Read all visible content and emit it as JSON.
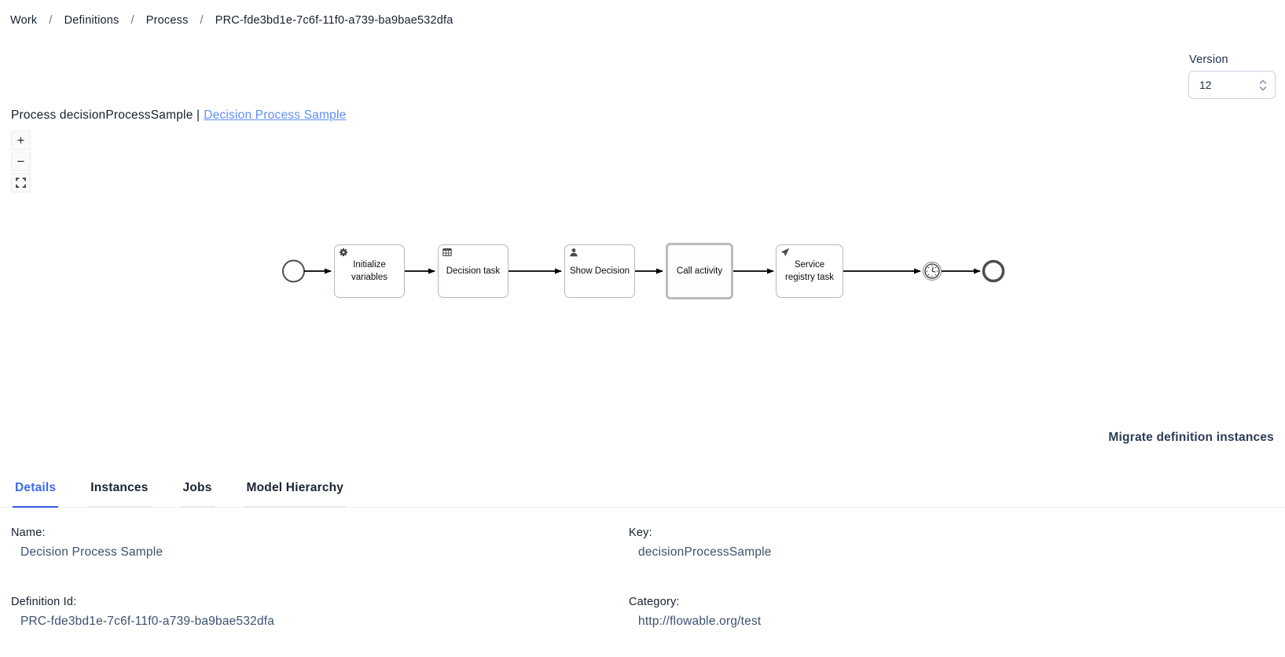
{
  "breadcrumb": {
    "separator": "/",
    "items": [
      "Work",
      "Definitions",
      "Process",
      "PRC-fde3bd1e-7c6f-11f0-a739-ba9bae532dfa"
    ]
  },
  "version": {
    "label": "Version",
    "value": "12"
  },
  "header": {
    "title_prefix": "Process decisionProcessSample |",
    "title_link": "Decision Process Sample"
  },
  "diagram_controls": {
    "zoom_in": "+",
    "zoom_out": "−"
  },
  "diagram": {
    "tasks": [
      {
        "label": "Initialize variables",
        "icon": "gear"
      },
      {
        "label": "Decision task",
        "icon": "table"
      },
      {
        "label": "Show Decision",
        "icon": "user"
      },
      {
        "label": "Call activity",
        "icon": ""
      },
      {
        "label": "Service registry task",
        "icon": "send"
      }
    ],
    "events": [
      {
        "type": "start-event"
      },
      {
        "type": "timer-intermediate-event"
      },
      {
        "type": "end-event"
      }
    ]
  },
  "actions": {
    "migrate": "Migrate definition instances"
  },
  "tabs": [
    {
      "label": "Details",
      "active": true
    },
    {
      "label": "Instances",
      "active": false
    },
    {
      "label": "Jobs",
      "active": false
    },
    {
      "label": "Model Hierarchy",
      "active": false
    }
  ],
  "details": {
    "name_label": "Name:",
    "name_value": "Decision Process Sample",
    "key_label": "Key:",
    "key_value": "decisionProcessSample",
    "definition_id_label": "Definition Id:",
    "definition_id_value": "PRC-fde3bd1e-7c6f-11f0-a739-ba9bae532dfa",
    "category_label": "Category:",
    "category_value": "http://flowable.org/test"
  },
  "colors": {
    "accent": "#3d6bf0",
    "link": "#5f8ef5",
    "value_text": "#3c5270"
  }
}
